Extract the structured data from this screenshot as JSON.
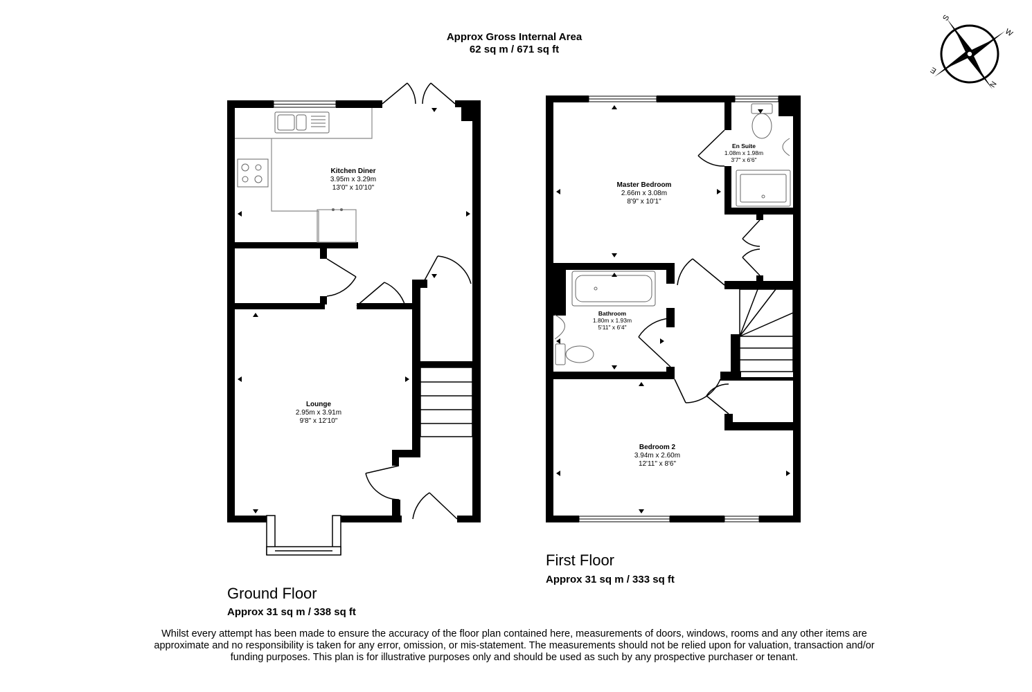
{
  "header": {
    "title": "Approx Gross Internal Area",
    "area": "62 sq m / 671 sq ft"
  },
  "compass": {
    "labels": [
      "S",
      "W",
      "E",
      "N"
    ]
  },
  "ground_floor": {
    "title": "Ground Floor",
    "area": "Approx 31 sq m / 338 sq ft",
    "rooms": [
      {
        "name": "Kitchen Diner",
        "metric": "3.95m x 3.29m",
        "imperial": "13'0\" x 10'10\""
      },
      {
        "name": "Lounge",
        "metric": "2.95m x 3.91m",
        "imperial": "9'8\" x 12'10\""
      }
    ]
  },
  "first_floor": {
    "title": "First Floor",
    "area": "Approx 31 sq m / 333 sq ft",
    "rooms": [
      {
        "name": "Master Bedroom",
        "metric": "2.66m x 3.08m",
        "imperial": "8'9\" x 10'1\""
      },
      {
        "name": "En Suite",
        "metric": "1.08m x 1.98m",
        "imperial": "3'7\" x 6'6\""
      },
      {
        "name": "Bathroom",
        "metric": "1.80m x 1.93m",
        "imperial": "5'11\" x 6'4\""
      },
      {
        "name": "Bedroom 2",
        "metric": "3.94m x 2.60m",
        "imperial": "12'11\" x 8'6\""
      }
    ]
  },
  "disclaimer": "Whilst every attempt has been made to ensure the accuracy of the floor plan contained here, measurements of doors, windows, rooms and any other items are approximate and no responsibility is taken for any error, omission, or mis-statement. The measurements should not be relied upon for valuation, transaction and/or funding purposes. This plan is for illustrative purposes only and should be used as such by any prospective purchaser or tenant."
}
